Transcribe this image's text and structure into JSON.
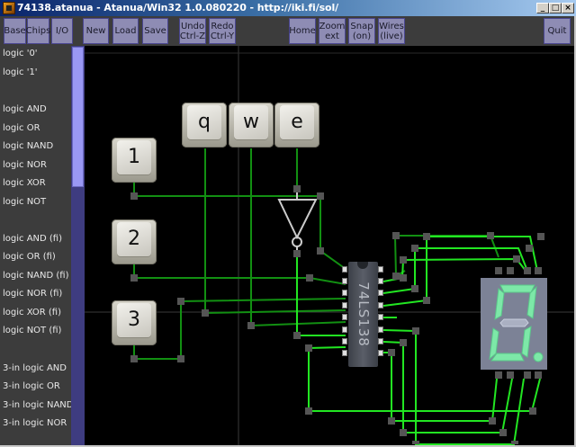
{
  "window": {
    "title": "74138.atanua - Atanua/Win32 1.0.080220 - http://iki.fi/sol/",
    "controls": {
      "minimize": "_",
      "maximize": "□",
      "close": "×"
    }
  },
  "toolbar": {
    "buttons": [
      {
        "id": "base",
        "label": "Base"
      },
      {
        "id": "chips",
        "label": "Chips"
      },
      {
        "id": "io",
        "label": "I/O"
      },
      {
        "id": "new",
        "label": "New"
      },
      {
        "id": "load",
        "label": "Load"
      },
      {
        "id": "save",
        "label": "Save"
      },
      {
        "id": "undo",
        "label": "Undo\nCtrl-Z"
      },
      {
        "id": "redo",
        "label": "Redo\nCtrl-Y"
      },
      {
        "id": "home",
        "label": "Home"
      },
      {
        "id": "zoom",
        "label": "Zoom\next"
      },
      {
        "id": "snap",
        "label": "Snap\n(on)"
      },
      {
        "id": "wires",
        "label": "Wires\n(live)"
      },
      {
        "id": "quit",
        "label": "Quit"
      }
    ]
  },
  "sidebar": {
    "items": [
      "logic '0'",
      "logic '1'",
      "",
      "logic AND",
      "logic OR",
      "logic NAND",
      "logic NOR",
      "logic XOR",
      "logic NOT",
      "",
      "logic AND (fi)",
      "logic OR (fi)",
      "logic NAND (fi)",
      "logic NOR (fi)",
      "logic XOR (fi)",
      "logic NOT (fi)",
      "",
      "3-in logic AND",
      "3-in logic OR",
      "3-in logic NAND",
      "3-in logic NOR"
    ]
  },
  "circuit": {
    "keys": [
      {
        "id": "key-1",
        "label": "1"
      },
      {
        "id": "key-2",
        "label": "2"
      },
      {
        "id": "key-3",
        "label": "3"
      },
      {
        "id": "key-q",
        "label": "q"
      },
      {
        "id": "key-w",
        "label": "w"
      },
      {
        "id": "key-e",
        "label": "e"
      }
    ],
    "chip": {
      "label": "74LS138"
    },
    "display": {
      "shown_digit": "0",
      "decimal_point": "on"
    },
    "colors": {
      "wire_active": "#22e622",
      "wire_inactive": "#129012",
      "node": "#4a4a4a",
      "grid_line": "#3a3a3a",
      "segment_on": "#7de8a8",
      "segment_off": "#a8aec0"
    }
  }
}
